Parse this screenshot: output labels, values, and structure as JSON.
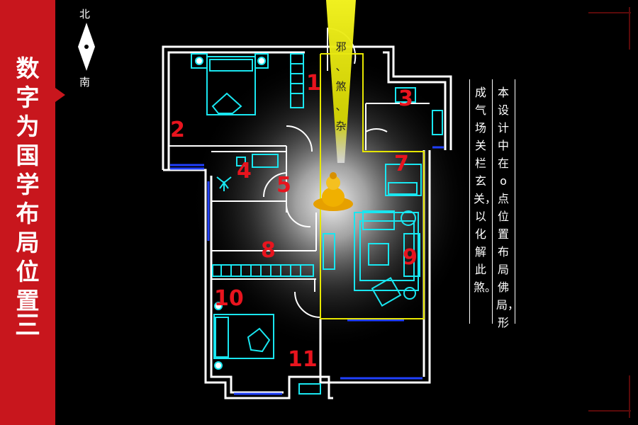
{
  "sidebar": {
    "title_chars": [
      "数",
      "字",
      "为",
      "国",
      "学",
      "布",
      "局",
      "位",
      "置"
    ],
    "part_label": "三"
  },
  "compass": {
    "north": "北",
    "south": "南"
  },
  "beam": {
    "chars": [
      "邪",
      "、",
      "煞",
      "、",
      "杂"
    ]
  },
  "description": {
    "col1": "本设计中在ο点位置布局佛局，形",
    "col2": "成气场关栏玄关，以化解此煞。"
  },
  "markers": [
    "1",
    "2",
    "3",
    "4",
    "5",
    "7",
    "8",
    "9",
    "10",
    "11"
  ],
  "colors": {
    "sidebar": "#c8161d",
    "wall": "#ffffff",
    "furniture": "#19e6f0",
    "beam": "#e6e600",
    "marker": "#e8141e",
    "window": "#2040ff"
  }
}
